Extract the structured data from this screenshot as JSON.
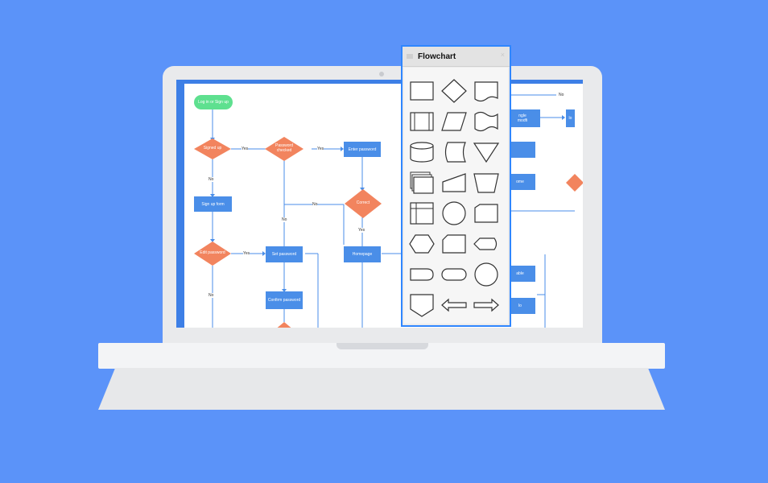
{
  "palette": {
    "title": "Flowchart",
    "close_glyph": "×",
    "shapes": [
      "process-icon",
      "decision-icon",
      "document-icon",
      "predefined-process-icon",
      "data-icon",
      "multi-document-wave-icon",
      "database-icon",
      "stored-data-icon",
      "merge-icon",
      "multiple-documents-icon",
      "manual-input-icon",
      "manual-operation-icon",
      "internal-storage-icon",
      "connector-icon",
      "off-page-connector-icon",
      "preparation-icon",
      "card-icon",
      "display-icon",
      "delay-icon",
      "terminator-icon",
      "circle-icon",
      "off-page-reference-icon",
      "left-arrow-icon",
      "right-arrow-icon"
    ]
  },
  "diagram": {
    "start": "Log in or Sign up",
    "signed_up": "Signed up",
    "password_checked": "Password checked",
    "enter_password": "Enter password",
    "sign_up_form": "Sign up form",
    "correct": "Correct",
    "edit_password": "Edit password",
    "set_password": "Set password",
    "homepage": "Homepage",
    "confirm_password": "Confirm password",
    "yes": "Yes",
    "no": "No",
    "right_partial_1": "ngle\nmodfi",
    "right_partial_2": "lo",
    "right_partial_3": "ome",
    "right_partial_4": "able",
    "right_partial_5": "lo",
    "right_no": "No"
  },
  "colors": {
    "background": "#5b93f9",
    "node_blue": "#4a8ee8",
    "decision_orange": "#f2845e",
    "start_green": "#5ee08f",
    "palette_border": "#2f86ff"
  }
}
